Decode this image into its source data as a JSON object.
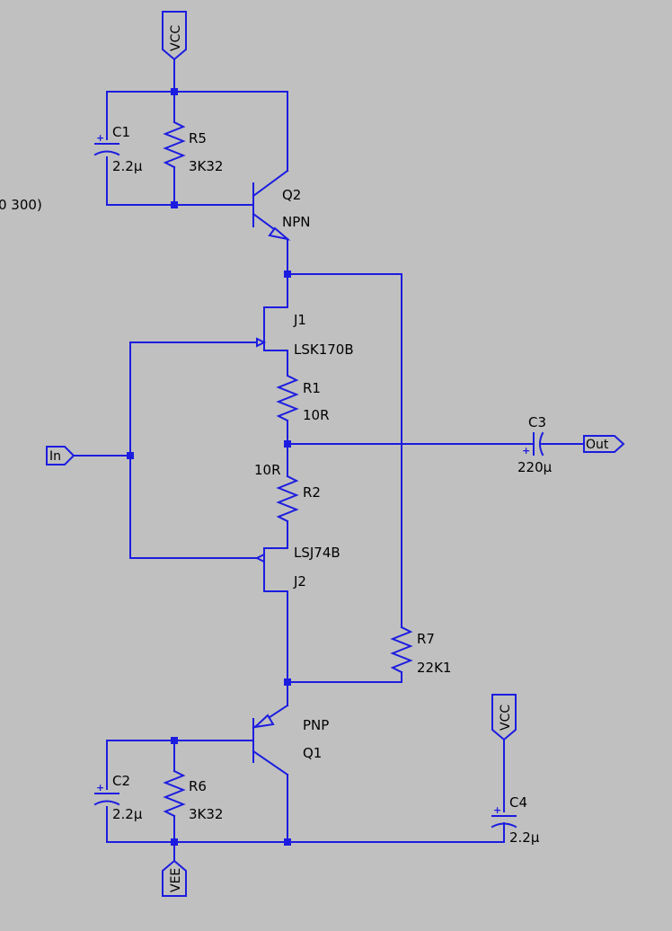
{
  "partial_text": "0 300)",
  "ports": {
    "vcc_top": "VCC",
    "vcc_right": "VCC",
    "vee": "VEE",
    "in": "In",
    "out": "Out"
  },
  "components": {
    "C1": {
      "name": "C1",
      "value": "2.2μ"
    },
    "R5": {
      "name": "R5",
      "value": "3K32"
    },
    "Q2": {
      "name": "Q2",
      "value": "NPN"
    },
    "J1": {
      "name": "J1",
      "value": "LSK170B"
    },
    "R1": {
      "name": "R1",
      "value": "10R"
    },
    "R2": {
      "name": "R2",
      "value": "10R"
    },
    "J2": {
      "name": "J2",
      "value": "LSJ74B"
    },
    "C3": {
      "name": "C3",
      "value": "220μ"
    },
    "R7": {
      "name": "R7",
      "value": "22K1"
    },
    "Q1": {
      "name": "Q1",
      "value": "PNP"
    },
    "C2": {
      "name": "C2",
      "value": "2.2μ"
    },
    "R6": {
      "name": "R6",
      "value": "3K32"
    },
    "C4": {
      "name": "C4",
      "value": "2.2μ"
    }
  },
  "colors": {
    "wire": "#1c1ce0",
    "background": "#c0c0c0",
    "text": "#000000"
  }
}
